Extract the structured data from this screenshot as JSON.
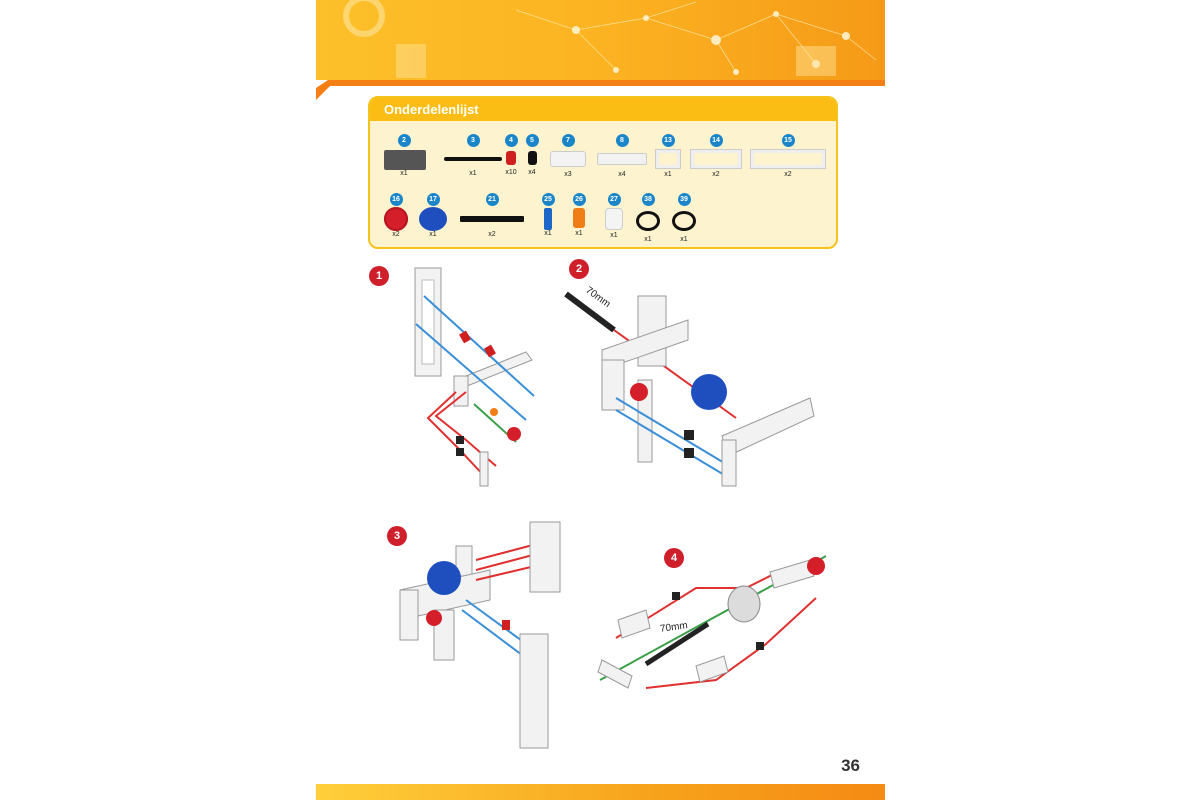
{
  "panel": {
    "title": "Onderdelenlijst"
  },
  "parts_row1": [
    {
      "num": "2",
      "qty": "x1",
      "icon": "grid-plate-icon"
    },
    {
      "num": "3",
      "qty": "x1",
      "icon": "long-axle-icon"
    },
    {
      "num": "4",
      "qty": "x10",
      "icon": "red-bushing-icon"
    },
    {
      "num": "5",
      "qty": "x4",
      "icon": "black-bushing-icon"
    },
    {
      "num": "7",
      "qty": "x3",
      "icon": "connector-icon"
    },
    {
      "num": "8",
      "qty": "x4",
      "icon": "beam-icon"
    },
    {
      "num": "13",
      "qty": "x1",
      "icon": "small-frame-icon"
    },
    {
      "num": "14",
      "qty": "x2",
      "icon": "medium-frame-icon"
    },
    {
      "num": "15",
      "qty": "x2",
      "icon": "large-frame-icon"
    }
  ],
  "parts_row2": [
    {
      "num": "16",
      "qty": "x2",
      "icon": "red-gear-icon"
    },
    {
      "num": "17",
      "qty": "x1",
      "icon": "blue-gear-icon"
    },
    {
      "num": "21",
      "qty": "x2",
      "icon": "black-rod-icon"
    },
    {
      "num": "25",
      "qty": "x1",
      "icon": "blue-pin-icon"
    },
    {
      "num": "26",
      "qty": "x1",
      "icon": "orange-pin-icon"
    },
    {
      "num": "27",
      "qty": "x1",
      "icon": "white-cylinder-icon"
    },
    {
      "num": "38",
      "qty": "x1",
      "icon": "black-ring-icon"
    },
    {
      "num": "39",
      "qty": "x1",
      "icon": "black-ring-icon"
    }
  ],
  "steps": [
    {
      "num": "1"
    },
    {
      "num": "2",
      "label": "70mm"
    },
    {
      "num": "3"
    },
    {
      "num": "4",
      "label": "70mm"
    }
  ],
  "page_number": "36",
  "colors": {
    "accent": "#fbbd14",
    "step": "#cf1f2b",
    "part_num": "#1a86c9"
  }
}
